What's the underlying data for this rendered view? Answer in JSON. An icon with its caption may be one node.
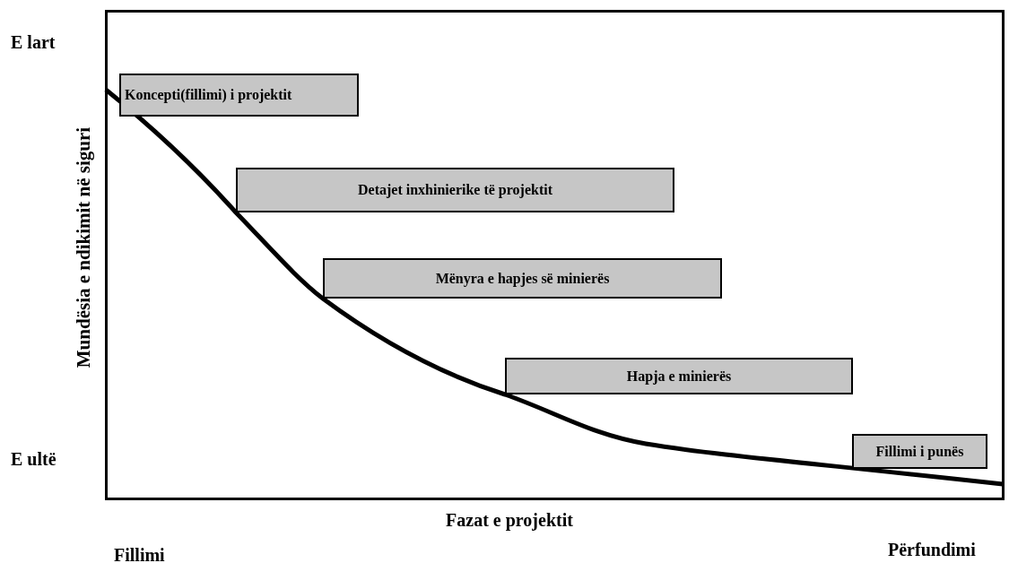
{
  "diagram": {
    "nodes": [
      {
        "text": [
          "Koncepti(fillimi) i projektit"
        ]
      },
      {
        "text": [
          "Detajet inxhinierike të projektit"
        ]
      },
      {
        "text": [
          "Mënyra e hapjes së minierës"
        ]
      },
      {
        "text": [
          "Hapja e minierës"
        ]
      },
      {
        "text": [
          "Fillimi i punës"
        ]
      }
    ],
    "labels": [
      "E lart",
      "Mundësia e ndikimit në siguri",
      "E ultë",
      "Fazat e projektit",
      "Përfundimi",
      "Fillimi"
    ]
  }
}
